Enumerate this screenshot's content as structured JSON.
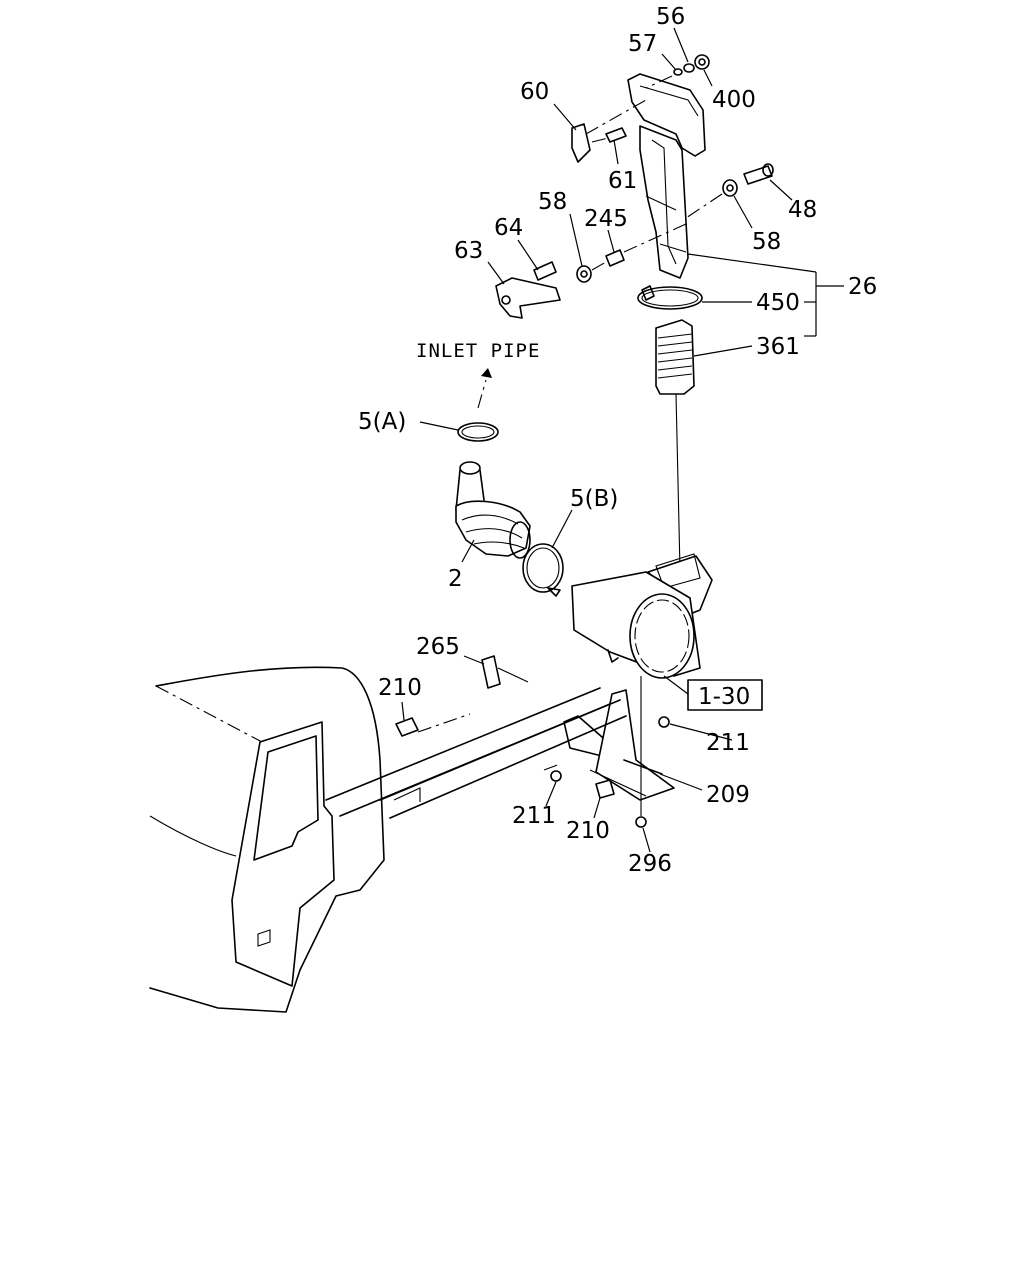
{
  "labels": {
    "p56": "56",
    "p57": "57",
    "p400": "400",
    "p60": "60",
    "p61": "61",
    "p48": "48",
    "p58a": "58",
    "p58b": "58",
    "p245": "245",
    "p64": "64",
    "p63": "63",
    "p26": "26",
    "p450": "450",
    "p361": "361",
    "inlet": "INLET PIPE",
    "p5a": "5(A)",
    "p5b": "5(B)",
    "p2": "2",
    "p265": "265",
    "p210a": "210",
    "p130": "1-30",
    "p211a": "211",
    "p209": "209",
    "p211b": "211",
    "p210b": "210",
    "p296": "296"
  }
}
